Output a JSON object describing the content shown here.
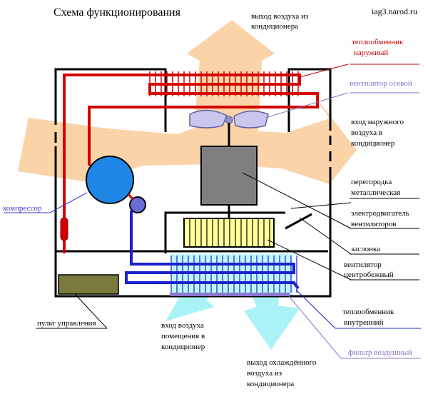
{
  "diagram": {
    "title": "Схема функционирования",
    "site": "iag3.narod.ru",
    "labels": {
      "air_out_top": [
        "выход воздуха из",
        "кондиционера"
      ],
      "heat_exchanger_outer": [
        "теплообменник",
        "наружный"
      ],
      "fan_axial": [
        "вентилятор осевой"
      ],
      "air_in_outer": [
        "вход наружного",
        "воздуха в",
        "кондиционер"
      ],
      "partition": [
        "перегородка",
        "металлическая"
      ],
      "compressor": [
        "компрессор"
      ],
      "motor": [
        "электродвигатель",
        "вентиляторов"
      ],
      "damper": [
        "заслонка"
      ],
      "fan_centrifugal": [
        "вентилятор",
        "центробежный"
      ],
      "heat_exchanger_inner": [
        "теплообменник",
        "внутренний"
      ],
      "control_panel": [
        "пульт управления"
      ],
      "air_in_room": [
        "вход воздуха",
        "помещения в",
        "кондиционер"
      ],
      "air_filter": [
        "фильтр воздушный"
      ],
      "air_out_cooled": [
        "выход охлаждённого",
        "воздуха из",
        "кондиционера"
      ]
    },
    "colors": {
      "outer_air": "#fbd3a8",
      "cooled_air": "#a9f2f6",
      "refrigerant_hot": "#d40000",
      "refrigerant_cold": "#1a22cc",
      "compressor": "#1f86e6",
      "motor": "#7f7f7f",
      "fan_centrifugal": "#ffff99",
      "control_panel": "#7a7a3c",
      "fan_axial": "#c8c8ee",
      "filter": "#8c78d2"
    }
  }
}
